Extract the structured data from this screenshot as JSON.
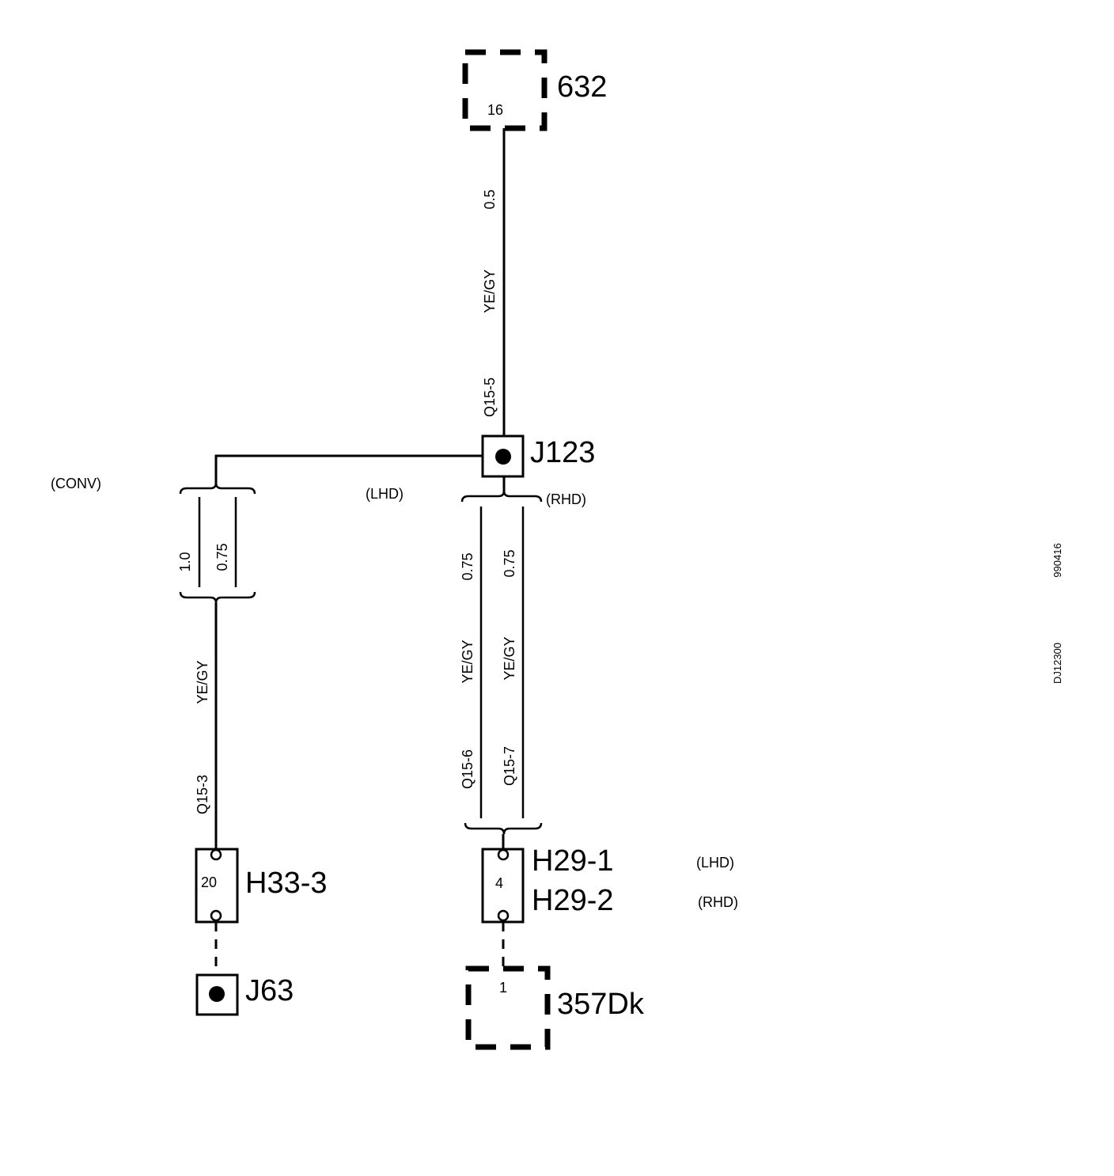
{
  "components": {
    "c632": {
      "label": "632",
      "pin": "16"
    },
    "j123": {
      "label": "J123"
    },
    "h33": {
      "label": "H33-3",
      "pin": "20"
    },
    "j63": {
      "label": "J63"
    },
    "h29": {
      "label1": "H29-1",
      "label2": "H29-2",
      "pin": "4"
    },
    "c357": {
      "label": "357Dk",
      "pin": "1"
    }
  },
  "wires": {
    "main": {
      "size": "0.5",
      "color": "YE/GY",
      "id": "Q15-5"
    },
    "conv_left": {
      "size": "1.0",
      "size2": "0.75",
      "color": "YE/GY",
      "id": "Q15-3"
    },
    "lhd": {
      "size": "0.75",
      "color": "YE/GY",
      "id": "Q15-6"
    },
    "rhd": {
      "size": "0.75",
      "color": "YE/GY",
      "id": "Q15-7"
    }
  },
  "variants": {
    "conv": "(CONV)",
    "lhd": "(LHD)",
    "rhd": "(RHD)",
    "h29_lhd": "(LHD)",
    "h29_rhd": "(RHD)"
  },
  "codes": {
    "date": "990416",
    "drawing": "DJ12300"
  }
}
